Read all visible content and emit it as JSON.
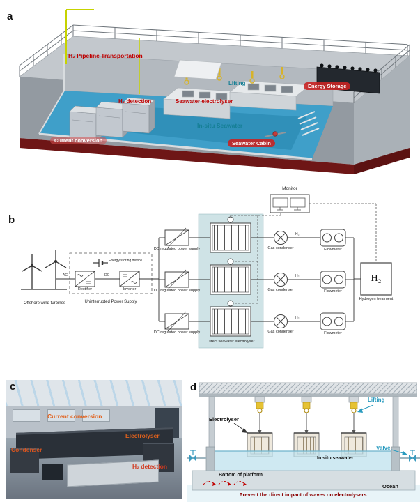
{
  "panels": {
    "a": "a",
    "b": "b",
    "c": "c",
    "d": "d"
  },
  "panel_a": {
    "pipeline_label": "H₂ Pipeline Transportation",
    "lifting_label": "Lifting",
    "electrolyser_label": "Seawater electrolyser",
    "energy_storage_label": "Energy Storage",
    "h2_detection_label": "H₂ detection",
    "in_situ_label": "In-situ Seawater",
    "seawater_cabin_label": "Seawater Cabin",
    "current_conversion_label": "Current conversion"
  },
  "panel_b": {
    "offshore_label": "Offshore wind turbines",
    "ups_label": "Uninterrupted Power Supply",
    "rectifier_label": "Rectifier",
    "inverter_label": "Inverter",
    "energy_storing_label": "Energy storing device",
    "ac_label": "AC",
    "dc_label": "DC",
    "dc_supply_label": "DC regulated power supply",
    "electrolyser_region_label": "Direct seawater electrolyser",
    "gas_condenser_label": "Gas condenser",
    "flowmeter_label": "Flowmeter",
    "monitor_label": "Monitor",
    "h2_label": "H₂",
    "h2_wire_label": "H₂",
    "hydrogen_treatment_label": "Hydrogen treatment"
  },
  "panel_c": {
    "current_conversion_label": "Current conversion",
    "electrolyser_label": "Electrolyser",
    "condenser_label": "Condenser",
    "h2_detection_label": "H₂ detection"
  },
  "panel_d": {
    "electrolyser_label": "Electrolyser",
    "lifting_label": "Lifting",
    "valve_label": "Valve",
    "in_situ_label": "In situ seawater",
    "bottom_label": "Bottom of platform",
    "ocean_label": "Ocean",
    "caption": "Prevent the direct impact of waves on electrolysers"
  },
  "colors": {
    "red_label": "#c00000",
    "teal_label": "#157f95",
    "orange_label": "#e2611c",
    "dark_red_caption": "#8b0000",
    "seawater_blue": "#3f9fc9",
    "hull_red": "#6e1616",
    "electrolyser_region_fill": "#cfe3e6"
  }
}
